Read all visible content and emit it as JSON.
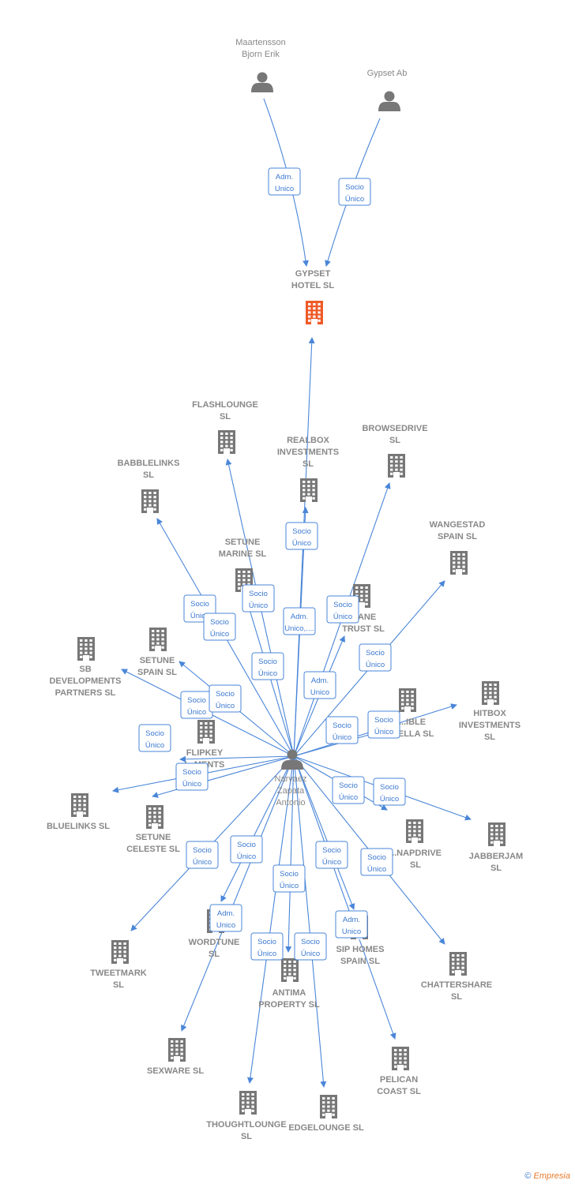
{
  "colors": {
    "edge": "#4a86d8",
    "node": "#777777",
    "focus": "#f05a28",
    "label": "#888888"
  },
  "footer": {
    "copyright": "©",
    "brand": "Empresia"
  },
  "nodes": [
    {
      "id": "maartensson",
      "type": "person",
      "lines": [
        "Maartensson",
        "Bjorn Erik"
      ]
    },
    {
      "id": "gypsetab",
      "type": "person",
      "lines": [
        "Gypset Ab"
      ]
    },
    {
      "id": "gypset",
      "type": "company",
      "focus": true,
      "lines": [
        "GYPSET",
        "HOTEL  SL"
      ]
    },
    {
      "id": "narvaez",
      "type": "person",
      "lines": [
        "Narvaez",
        "Zapata",
        "Antonio"
      ]
    },
    {
      "id": "flashlounge",
      "type": "company",
      "lines": [
        "FLASHLOUNGE",
        "SL"
      ]
    },
    {
      "id": "realbox",
      "type": "company",
      "lines": [
        "REALBOX",
        "INVESTMENTS",
        "SL"
      ]
    },
    {
      "id": "browsedrive",
      "type": "company",
      "lines": [
        "BROWSEDRIVE",
        "SL"
      ]
    },
    {
      "id": "babblelinks",
      "type": "company",
      "lines": [
        "BABBLELINKS",
        "SL"
      ]
    },
    {
      "id": "wangestad",
      "type": "company",
      "lines": [
        "WANGESTAD",
        "SPAIN  SL"
      ]
    },
    {
      "id": "setunemarine",
      "type": "company",
      "lines": [
        "SETUNE",
        "MARINE  SL"
      ]
    },
    {
      "id": "trust",
      "type": "company",
      "lines": [
        "...ANE",
        "TRUST  SL"
      ]
    },
    {
      "id": "setunespain",
      "type": "company",
      "lines": [
        "SETUNE",
        "SPAIN  SL"
      ]
    },
    {
      "id": "sbdev",
      "type": "company",
      "lines": [
        "SB",
        "DEVELOPMENTS",
        "PARTNERS  SL"
      ]
    },
    {
      "id": "flipkey",
      "type": "company",
      "lines": [
        "FLIPKEY",
        "I...MENTS"
      ]
    },
    {
      "id": "ella",
      "type": "company",
      "lines": [
        "...IBLE",
        "...ELLA  SL"
      ]
    },
    {
      "id": "hitbox",
      "type": "company",
      "lines": [
        "HITBOX",
        "INVESTMENTS",
        "SL"
      ]
    },
    {
      "id": "bluelinks",
      "type": "company",
      "lines": [
        "BLUELINKS  SL"
      ]
    },
    {
      "id": "setuneceleste",
      "type": "company",
      "lines": [
        "SETUNE",
        "CELESTE  SL"
      ]
    },
    {
      "id": "snapdrive",
      "type": "company",
      "lines": [
        "...NAPDRIVE",
        "SL"
      ]
    },
    {
      "id": "jabberjam",
      "type": "company",
      "lines": [
        "JABBERJAM",
        "SL"
      ]
    },
    {
      "id": "tweetmark",
      "type": "company",
      "lines": [
        "TWEETMARK",
        "SL"
      ]
    },
    {
      "id": "wordtune",
      "type": "company",
      "lines": [
        "WORDTUNE",
        "SL"
      ]
    },
    {
      "id": "antima",
      "type": "company",
      "lines": [
        "ANTIMA",
        "PROPERTY  SL"
      ]
    },
    {
      "id": "siphomes",
      "type": "company",
      "lines": [
        "SIP HOMES",
        "SPAIN  SL"
      ]
    },
    {
      "id": "chattershare",
      "type": "company",
      "lines": [
        "CHATTERSHARE",
        "SL"
      ]
    },
    {
      "id": "sexware",
      "type": "company",
      "lines": [
        "SEXWARE SL"
      ]
    },
    {
      "id": "pelican",
      "type": "company",
      "lines": [
        "PELICAN",
        "COAST SL"
      ]
    },
    {
      "id": "thoughtlounge",
      "type": "company",
      "lines": [
        "THOUGHTLOUNGE",
        "SL"
      ]
    },
    {
      "id": "edgelounge",
      "type": "company",
      "lines": [
        "EDGELOUNGE SL"
      ]
    }
  ],
  "edges": [
    {
      "from": "maartensson",
      "to": "gypset",
      "label": [
        "Adm.",
        "Unico"
      ]
    },
    {
      "from": "gypsetab",
      "to": "gypset",
      "label": [
        "Socio",
        "Único"
      ]
    },
    {
      "from": "narvaez",
      "to": "gypset",
      "label": [
        "Adm.",
        "Unico,...."
      ]
    },
    {
      "from": "narvaez",
      "to": "flashlounge",
      "label": [
        "Socio",
        "Único"
      ]
    },
    {
      "from": "narvaez",
      "to": "realbox",
      "label": [
        "Socio",
        "Único"
      ]
    },
    {
      "from": "narvaez",
      "to": "browsedrive",
      "label": [
        "Socio",
        "Único"
      ]
    },
    {
      "from": "narvaez",
      "to": "babblelinks",
      "label": [
        "Socio",
        "Único"
      ]
    },
    {
      "from": "narvaez",
      "to": "wangestad",
      "label": [
        "Socio",
        "Único"
      ]
    },
    {
      "from": "narvaez",
      "to": "setunemarine",
      "label": [
        "Socio",
        "Único"
      ]
    },
    {
      "from": "narvaez",
      "to": "trust",
      "label": [
        "Adm.",
        "Unico"
      ]
    },
    {
      "from": "narvaez",
      "to": "setunespain",
      "label": [
        "Socio",
        "Único"
      ]
    },
    {
      "from": "narvaez",
      "to": "sbdev",
      "label": [
        "Socio",
        "Único"
      ]
    },
    {
      "from": "narvaez",
      "to": "flipkey",
      "label": [
        "Socio",
        "Único"
      ]
    },
    {
      "from": "narvaez",
      "to": "ella",
      "label": [
        "Socio",
        "Único"
      ]
    },
    {
      "from": "narvaez",
      "to": "hitbox",
      "label": [
        "Socio",
        "Único"
      ]
    },
    {
      "from": "narvaez",
      "to": "bluelinks",
      "label": [
        "Socio",
        "Único"
      ]
    },
    {
      "from": "narvaez",
      "to": "setuneceleste",
      "label": [
        "Socio",
        "Único"
      ]
    },
    {
      "from": "narvaez",
      "to": "snapdrive",
      "label": [
        "Socio",
        "Único"
      ]
    },
    {
      "from": "narvaez",
      "to": "jabberjam",
      "label": [
        "Socio",
        "Único"
      ]
    },
    {
      "from": "narvaez",
      "to": "tweetmark",
      "label": [
        "Socio",
        "Único"
      ]
    },
    {
      "from": "narvaez",
      "to": "wordtune",
      "label": [
        "Socio",
        "Único"
      ]
    },
    {
      "from": "narvaez",
      "to": "antima",
      "label": [
        "Socio",
        "Único"
      ]
    },
    {
      "from": "narvaez",
      "to": "siphomes",
      "label": [
        "Socio",
        "Único"
      ]
    },
    {
      "from": "narvaez",
      "to": "chattershare",
      "label": [
        "Socio",
        "Único"
      ]
    },
    {
      "from": "narvaez",
      "to": "sexware",
      "label": [
        "Adm.",
        "Unico"
      ]
    },
    {
      "from": "narvaez",
      "to": "pelican",
      "label": [
        "Adm.",
        "Unico"
      ]
    },
    {
      "from": "narvaez",
      "to": "thoughtlounge",
      "label": [
        "Socio",
        "Único"
      ]
    },
    {
      "from": "narvaez",
      "to": "edgelounge",
      "label": [
        "Socio",
        "Único"
      ]
    }
  ]
}
